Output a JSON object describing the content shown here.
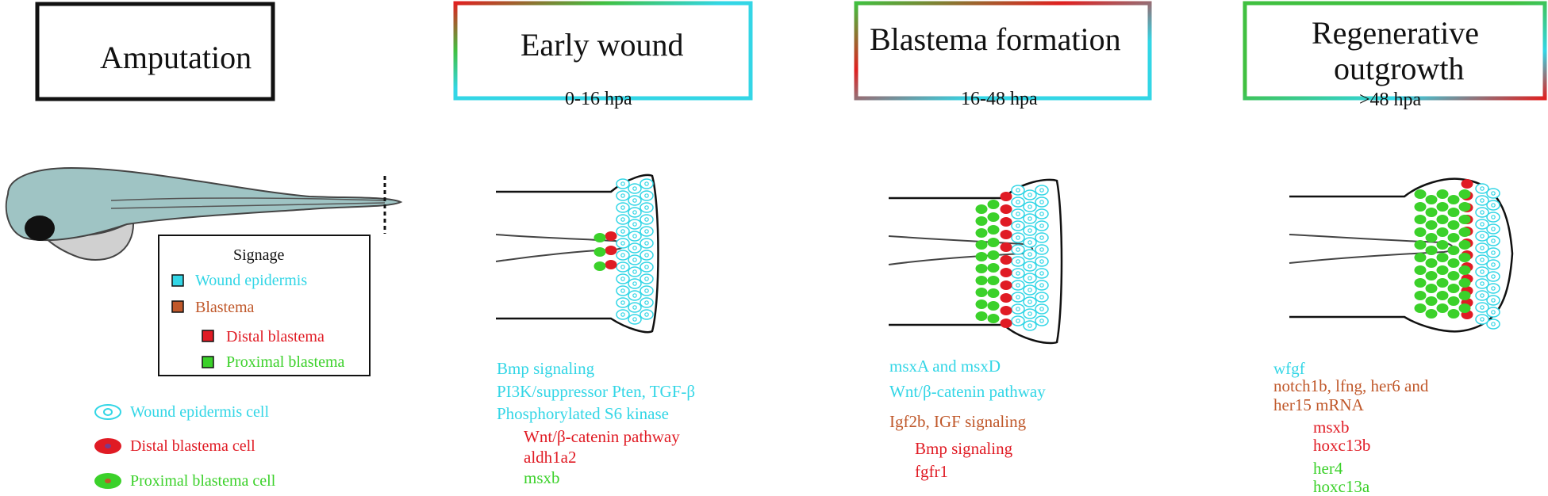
{
  "colors": {
    "wound_epidermis": "#33d6e6",
    "blastema": "#c0582a",
    "distal": "#e01b24",
    "proximal": "#3bd12a",
    "outline": "#111111",
    "fish_body": "#9fc4c4",
    "fish_belly": "#d0d0d0"
  },
  "stages": [
    {
      "title": "Amputation"
    },
    {
      "title": "Early wound",
      "range": "0-16 hpa"
    },
    {
      "title": "Blastema formation",
      "range": "16-48 hpa"
    },
    {
      "title": "Regenerative",
      "title2": "outgrowth",
      "range": ">48 hpa"
    }
  ],
  "signage": {
    "title": "Signage",
    "items": [
      "Wound epidermis",
      "Blastema",
      "Distal blastema",
      "Proximal blastema"
    ]
  },
  "cell_legend": [
    "Wound epidermis cell",
    "Distal blastema cell",
    "Proximal blastema cell"
  ],
  "genes": {
    "early": [
      "Bmp signaling",
      "PI3K/suppressor Pten, TGF-β",
      "Phosphorylated S6 kinase",
      "Wnt/β-catenin pathway",
      "aldh1a2",
      "msxb"
    ],
    "blastema": [
      "msxA and msxD",
      "Wnt/β-catenin pathway",
      "Igf2b, IGF signaling",
      "Bmp signaling",
      "fgfr1"
    ],
    "outgrowth": [
      "wfgf",
      "notch1b, lfng, her6 and",
      "her15 mRNA",
      "msxb",
      "hoxc13b",
      "her4",
      "hoxc13a"
    ]
  }
}
